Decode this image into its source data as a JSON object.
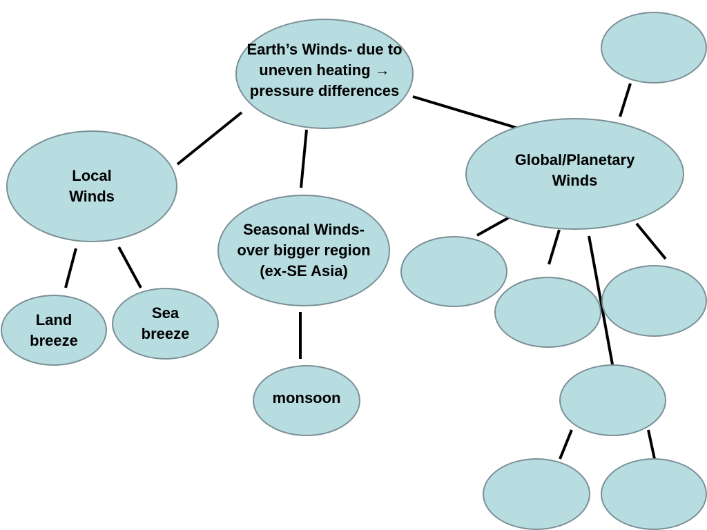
{
  "colors": {
    "node_fill": "#b7dde0",
    "node_border": "#7a8f96",
    "connector": "#000000",
    "text": "#000000"
  },
  "nodes": {
    "main": "Earth’s Winds- due to\nuneven heating →\npressure differences",
    "local": "Local\nWinds",
    "seasonal": "Seasonal Winds-\nover bigger region\n(ex-SE Asia)",
    "global": "Global/Planetary\nWinds",
    "land_breeze": "Land\nbreeze",
    "sea_breeze": "Sea\nbreeze",
    "monsoon": "monsoon",
    "top_right": "",
    "blank_a": "",
    "blank_b": "",
    "blank_c": "",
    "blank_d": "",
    "blank_e": "",
    "blank_f": ""
  }
}
